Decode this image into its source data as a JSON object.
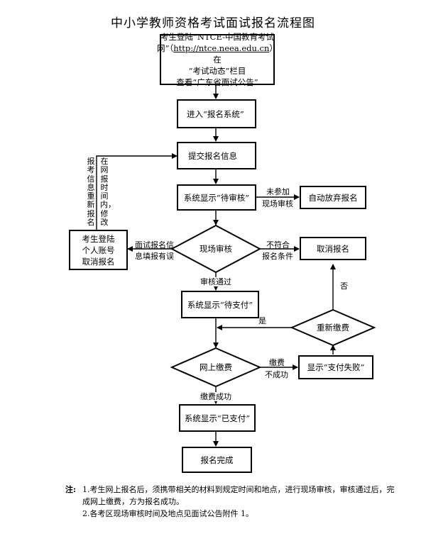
{
  "title": "中小学教师资格考试面试报名流程图",
  "nodes": {
    "start": {
      "line1": "考生登陆“NTCE-中国教育考试",
      "line2_pre": "网”（",
      "line2_link": "http://ntce.neea.edu.cn",
      "line2_post": "）在",
      "line3": "“考试动态”栏目",
      "line4": "查看“广东省面试公告”"
    },
    "enter": "进入“报名系统”",
    "submit": "提交报名信息",
    "pending_review": "系统显示“待审核”",
    "auto_abandon": "自动放弃报名",
    "onsite_review": "现场审核",
    "cancel": "取消报名",
    "login_cancel": {
      "line1": "考生登陆",
      "line2": "个人账号",
      "line3": "取消报名"
    },
    "pending_pay": "系统显示“待支付”",
    "repay": "重新缴费",
    "online_pay": "网上缴费",
    "pay_failed": "显示“支付失败”",
    "paid": "系统显示“已支付”",
    "done": "报名完成"
  },
  "labels": {
    "not_attend_1": "未参加",
    "not_attend_2": "现场审核",
    "not_meet_1": "不符合",
    "not_meet_2": "报名条件",
    "info_error_1": "面试报名信",
    "info_error_2": "息填报有误",
    "review_pass": "审核通过",
    "no": "否",
    "yes": "是",
    "pay_fail_1": "缴费",
    "pay_fail_2": "不成功",
    "pay_success": "缴费成功",
    "within_time": "在网报时间内，修改",
    "re_register": "报考信息重新报名"
  },
  "notes": {
    "head": "注:",
    "n1": "1.考生网上报名后，须携带相关的材料到规定时间和地点，进行现场审核，审核通过后，完成网上缴费，方为报名成功。",
    "n2": "2.各考区现场审核时间及地点见面试公告附件 1。"
  }
}
